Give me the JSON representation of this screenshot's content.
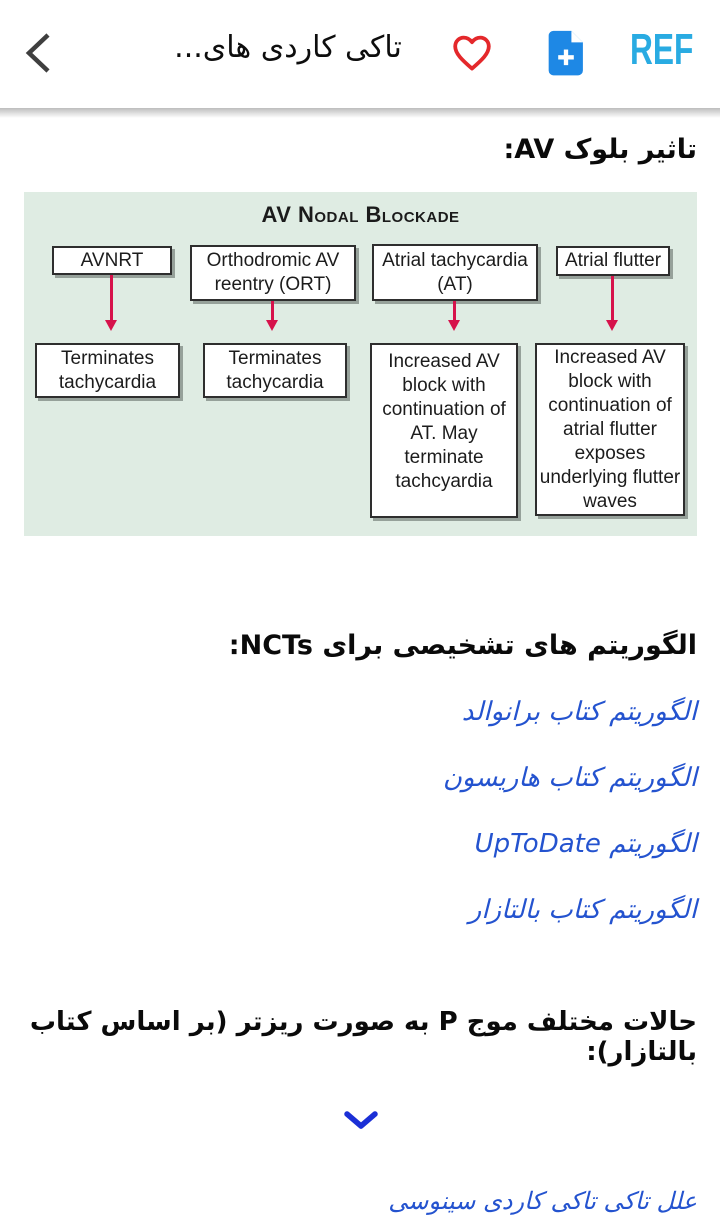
{
  "app_bar": {
    "title": "تاکی کاردی های...",
    "ref_label": "REF"
  },
  "content": {
    "heading_av": "تاثیر بلوک AV:",
    "diagram": {
      "title": "AV Nodal Blockade",
      "columns": [
        {
          "trigger": "AVNRT",
          "result": "Terminates tachycardia"
        },
        {
          "trigger": "Orthodromic AV reentry (ORT)",
          "result": "Terminates tachycardia"
        },
        {
          "trigger": "Atrial tachycardia (AT)",
          "result": "Increased AV block with continuation of AT. May terminate tachcyardia"
        },
        {
          "trigger": "Atrial flutter",
          "result": "Increased AV block with continuation of atrial flutter exposes underlying flutter waves"
        }
      ]
    },
    "heading_nct": "الگوریتم های تشخیصی برای NCTs:",
    "links": [
      "الگوریتم کتاب برانوالد",
      "الگوریتم کتاب هاریسون",
      "الگوریتم UpToDate",
      "الگوریتم کتاب بالتازار"
    ],
    "heading_pwave": "حالات مختلف موج P به صورت ریزتر (بر اساس کتاب بالتازار):",
    "bottom_link": "علل تاکی تاکی کاردی سینوسی"
  },
  "colors": {
    "heart_red": "#E4282B",
    "arrow_crimson": "#D6124B",
    "ref_cyan": "#29ABE2",
    "doc_blue": "#1E88E5",
    "link_blue": "#2453CF",
    "chevron_blue": "#1B2FD6",
    "panel_green": "#DFECE3"
  }
}
